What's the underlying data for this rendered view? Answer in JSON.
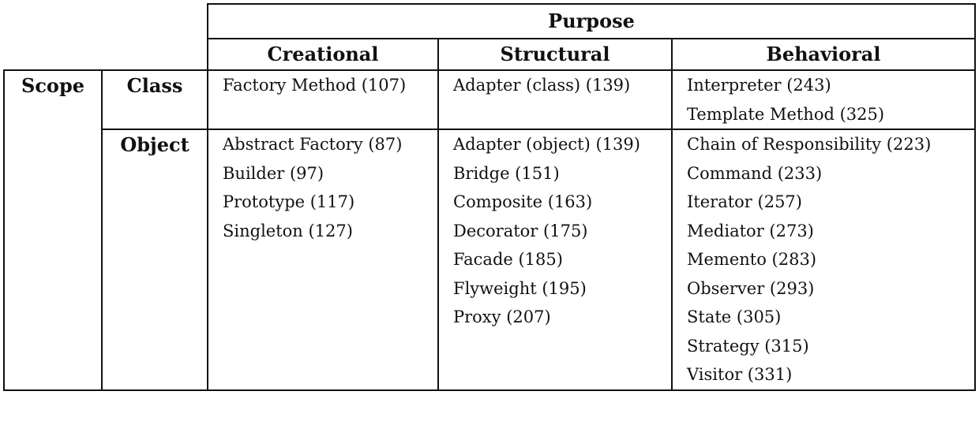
{
  "table": {
    "purpose_label": "Purpose",
    "columns": [
      "Creational",
      "Structural",
      "Behavioral"
    ],
    "scope_label": "Scope",
    "rows": [
      {
        "label": "Class",
        "creational": [
          "Factory Method (107)"
        ],
        "structural": [
          "Adapter (class) (139)"
        ],
        "behavioral": [
          "Interpreter (243)",
          "Template Method (325)"
        ]
      },
      {
        "label": "Object",
        "creational": [
          "Abstract Factory (87)",
          "Builder (97)",
          "Prototype (117)",
          "Singleton (127)"
        ],
        "structural": [
          "Adapter (object) (139)",
          "Bridge (151)",
          "Composite (163)",
          "Decorator (175)",
          "Facade (185)",
          "Flyweight (195)",
          "Proxy (207)"
        ],
        "behavioral": [
          "Chain of Responsibility (223)",
          "Command (233)",
          "Iterator (257)",
          "Mediator (273)",
          "Memento (283)",
          "Observer (293)",
          "State (305)",
          "Strategy (315)",
          "Visitor (331)"
        ]
      }
    ]
  }
}
